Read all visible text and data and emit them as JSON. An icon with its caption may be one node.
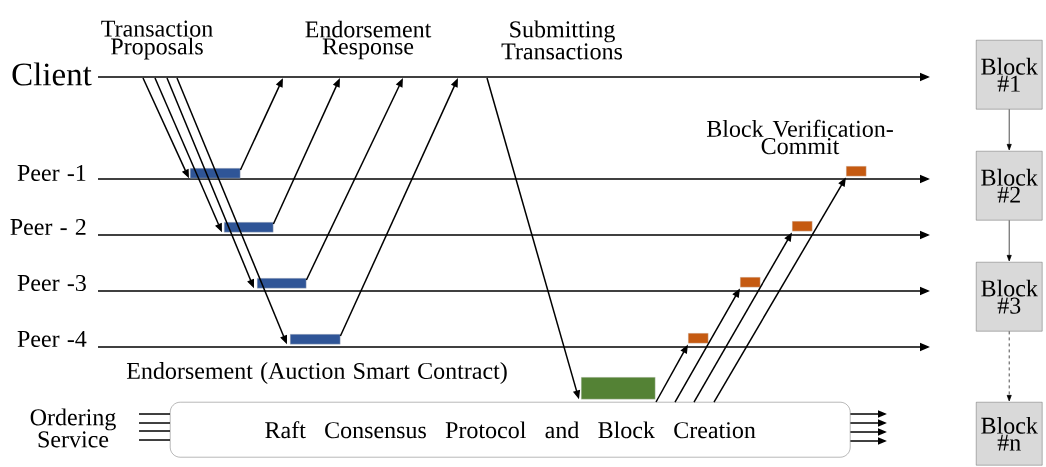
{
  "diagram": {
    "nodes": [
      {
        "text": [],
        "shape": "bar"
      },
      {
        "text": [],
        "shape": "bar"
      },
      {
        "text": [],
        "shape": "bar"
      },
      {
        "text": [],
        "shape": "bar"
      },
      {
        "text": [],
        "shape": "bar"
      },
      {
        "text": [],
        "shape": "bar"
      },
      {
        "text": [],
        "shape": "bar"
      },
      {
        "text": [],
        "shape": "bar"
      },
      {
        "text": [],
        "shape": "bar"
      },
      {
        "text": [
          "Raft Consensus Protocol and Block Creation"
        ],
        "beside": [
          "Ordering Service"
        ]
      },
      {
        "text": [
          "Block #1"
        ]
      },
      {
        "text": [
          "Block #2"
        ]
      },
      {
        "text": [
          "Block #3"
        ]
      },
      {
        "text": [
          "Block #n"
        ]
      }
    ],
    "edges": [
      {
        "from": null,
        "to": 0,
        "arrow": "to"
      },
      {
        "from": null,
        "to": 1,
        "arrow": "to"
      },
      {
        "from": null,
        "to": 2,
        "arrow": "to"
      },
      {
        "from": null,
        "to": 3,
        "arrow": "to"
      },
      {
        "from": 0,
        "to": null,
        "arrow": "to"
      },
      {
        "from": 1,
        "to": null,
        "arrow": "to"
      },
      {
        "from": 2,
        "to": null,
        "arrow": "to"
      },
      {
        "from": 3,
        "to": null,
        "arrow": "to"
      },
      {
        "from": null,
        "to": 4,
        "arrow": "to"
      },
      {
        "from": 9,
        "to": 5,
        "arrow": "to"
      },
      {
        "from": 9,
        "to": 6,
        "arrow": "to"
      },
      {
        "from": 9,
        "to": 7,
        "arrow": "to"
      },
      {
        "from": 9,
        "to": 8,
        "arrow": "to"
      },
      {
        "from": null,
        "to": 9,
        "arrow": "none"
      },
      {
        "from": null,
        "to": 9,
        "arrow": "none"
      },
      {
        "from": null,
        "to": 9,
        "arrow": "none"
      },
      {
        "from": null,
        "to": 9,
        "arrow": "none"
      },
      {
        "from": 9,
        "to": null,
        "arrow": "to"
      },
      {
        "from": 9,
        "to": null,
        "arrow": "to"
      },
      {
        "from": 9,
        "to": null,
        "arrow": "to"
      },
      {
        "from": 9,
        "to": null,
        "arrow": "to"
      },
      {
        "from": 10,
        "to": 11,
        "arrow": "to"
      },
      {
        "from": 11,
        "to": 12,
        "arrow": "to"
      },
      {
        "from": 12,
        "to": 13,
        "arrow": "to",
        "style": "dashed"
      }
    ],
    "labels": [
      "Transaction Proposals",
      "Endorsement Response",
      "Submitting Transactions",
      "Client",
      "Block Verification-Commit",
      "Peer -1",
      "Peer - 2",
      "Peer -3",
      "Peer -4",
      "Endorsement (Auction Smart Contract)"
    ]
  }
}
